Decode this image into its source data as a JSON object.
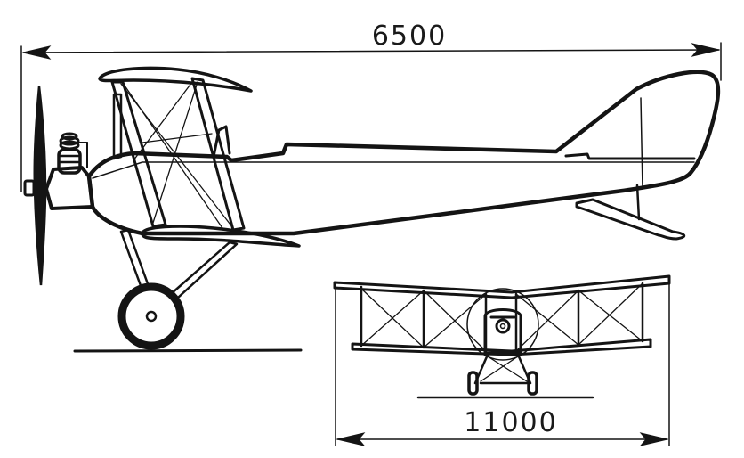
{
  "diagram": {
    "subject": "biplane-general-arrangement",
    "colors": {
      "ink": "#141414",
      "paper": "#ffffff"
    },
    "views": [
      {
        "name": "side-view",
        "dimension_label": "6500",
        "dimension": "overall-length"
      },
      {
        "name": "front-view",
        "dimension_label": "11000",
        "dimension": "wingspan"
      }
    ]
  },
  "side_view": {
    "length_label": "6500"
  },
  "front_view": {
    "span_label": "11000"
  }
}
